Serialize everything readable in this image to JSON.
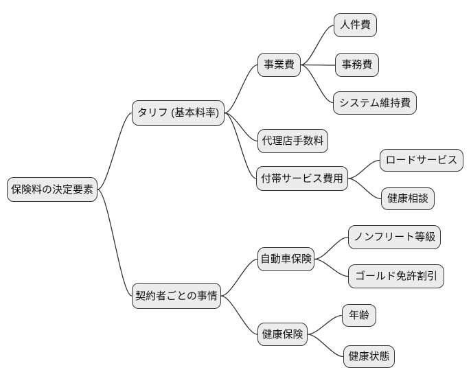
{
  "diagram": {
    "type": "mindmap",
    "background": "#ffffff",
    "style": {
      "node_fill": "#ececec",
      "node_border": "#333333",
      "edge_color": "#333333",
      "text_color": "#111111"
    },
    "tree": {
      "label": "保険料の決定要素",
      "children": [
        {
          "label": "タリフ (基本料率)",
          "children": [
            {
              "label": "事業費",
              "children": [
                {
                  "label": "人件費"
                },
                {
                  "label": "事務費"
                },
                {
                  "label": "システム維持費"
                }
              ]
            },
            {
              "label": "代理店手数料"
            },
            {
              "label": "付帯サービス費用",
              "children": [
                {
                  "label": "ロードサービス"
                },
                {
                  "label": "健康相談"
                }
              ]
            }
          ]
        },
        {
          "label": "契約者ごとの事情",
          "children": [
            {
              "label": "自動車保険",
              "children": [
                {
                  "label": "ノンフリート等級"
                },
                {
                  "label": "ゴールド免許割引"
                }
              ]
            },
            {
              "label": "健康保険",
              "children": [
                {
                  "label": "年齢"
                },
                {
                  "label": "健康状態"
                }
              ]
            }
          ]
        }
      ]
    }
  }
}
